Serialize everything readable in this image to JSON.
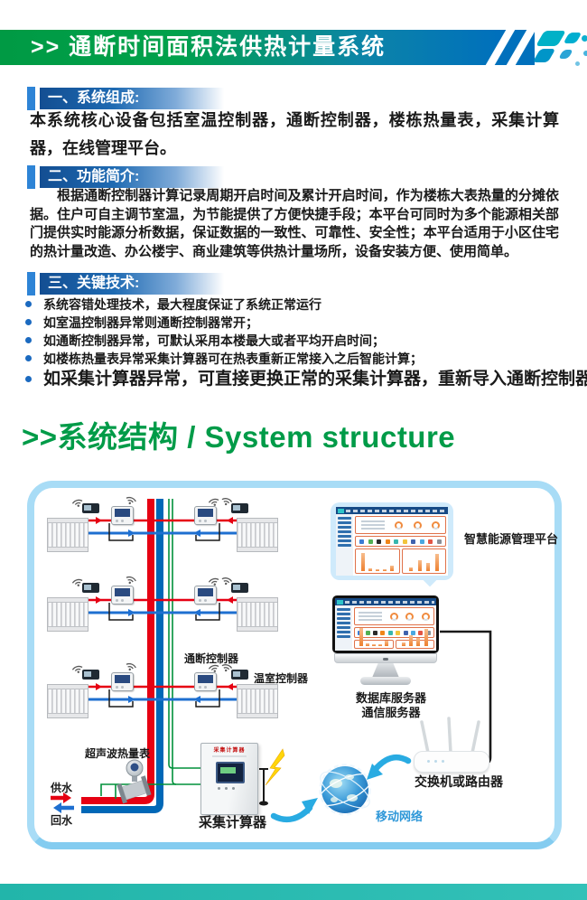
{
  "header": {
    "title": ">> 通断时间面积法供热计量系统"
  },
  "sections": [
    {
      "heading": "一、系统组成:",
      "body": "本系统核心设备包括室温控制器，通断控制器，楼栋热量表，采集计算器，在线管理平台。"
    },
    {
      "heading": "二、功能简介:",
      "body": "根据通断控制器计算记录周期开启时间及累计开启时间，作为楼栋大表热量的分摊依据。住户可自主调节室温，为节能提供了方便快捷手段；本平台可同时为多个能源相关部门提供实时能源分析数据，保证数据的一致性、可靠性、安全性；本平台适用于小区住宅的热计量改造、办公楼宇、商业建筑等供热计量场所，设备安装方便、使用简单。"
    },
    {
      "heading": "三、关键技术:",
      "bullets": [
        "系统容错处理技术，最大程度保证了系统正常运行",
        "如室温控制器异常则通断控制器常开；",
        "如通断控制器异常，可默认采用本楼最大或者平均开启时间；",
        "如楼栋热量表异常采集计算器可在热表重新正常接入之后智能计算；",
        "如采集计算器异常，可直接更换正常的采集计算器，重新导入通断控制器"
      ]
    }
  ],
  "structure_heading": ">>系统结构 / System structure",
  "diagram": {
    "labels": {
      "onoff_controller": "通断控制器",
      "room_controller": "温室控制器",
      "ultrasonic_meter": "超声波热量表",
      "supply": "供水",
      "return": "回水",
      "collector": "采集计算器",
      "cabinet_panel": "采集计算器",
      "platform": "智慧能源管理平台",
      "db_server": "数据库服务器",
      "comm_server": "通信服务器",
      "router": "交换机或路由器",
      "mobile_network": "移动网络"
    },
    "colors": {
      "header_green": "#009a44",
      "header_blue": "#0070bc",
      "section_blue": "#1e6ab2",
      "heading_green": "#009b48",
      "pipe_red": "#e60012",
      "pipe_blue": "#0068b7",
      "wire_green": "#00913a",
      "panel_border": "#a8dcf6",
      "arrow_blue": "#29abe2",
      "footer_teal": "#22b5aa"
    },
    "dashboard": {
      "icon_colors": [
        "#3b7bd4",
        "#53b054",
        "#2b2b2b",
        "#f08519",
        "#38b6ae",
        "#f2c53d",
        "#3f62ad",
        "#4aa8e0",
        "#e25544",
        "#8a8f96"
      ],
      "chart_a": [
        20,
        3,
        2,
        2,
        6
      ],
      "chart_b": [
        4,
        12,
        9,
        19
      ]
    },
    "floor_rows": [
      576,
      664,
      760
    ]
  }
}
